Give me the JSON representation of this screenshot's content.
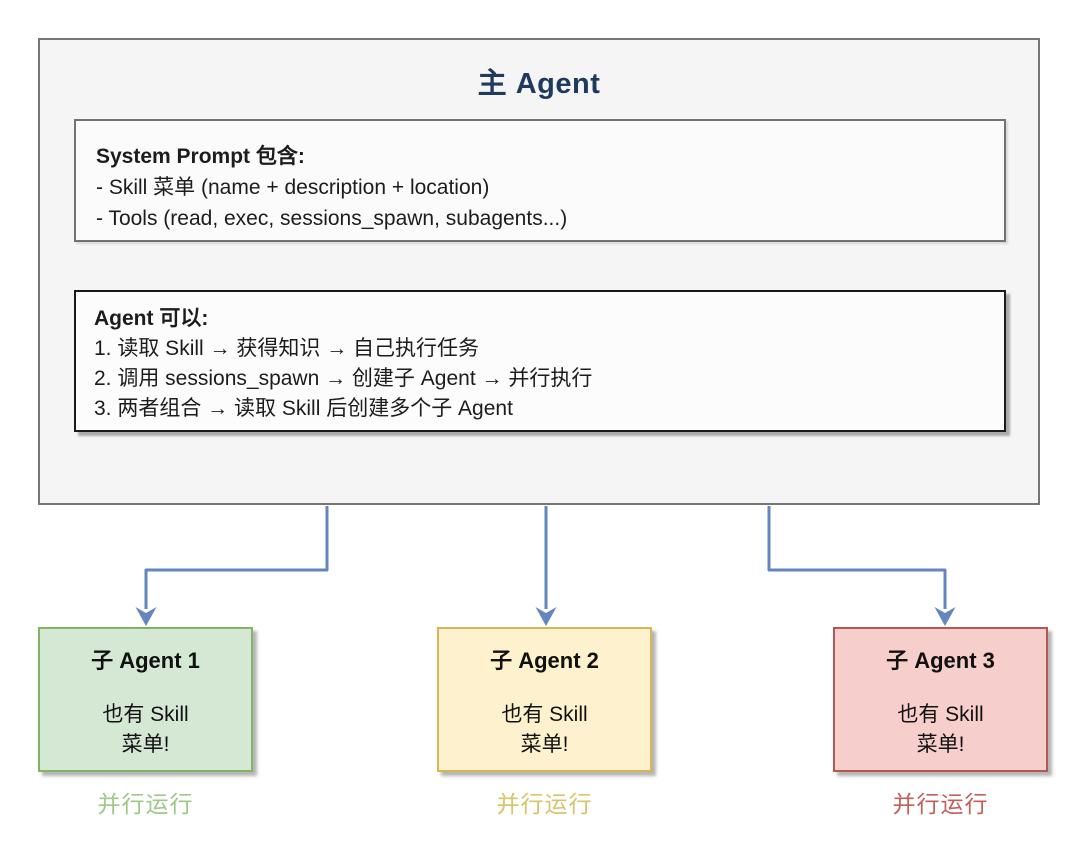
{
  "main_agent": {
    "title": "主 Agent",
    "system_prompt_box": {
      "heading": "System Prompt 包含:",
      "items": [
        "- Skill 菜单 (name + description + location)",
        "- Tools (read, exec, sessions_spawn, subagents...)"
      ]
    },
    "capabilities_box": {
      "heading": "Agent 可以:",
      "items": [
        "1. 读取 Skill → 获得知识 → 自己执行任务",
        "2. 调用 sessions_spawn → 创建子 Agent → 并行执行",
        "3. 两者组合 → 读取 Skill 后创建多个子 Agent"
      ]
    }
  },
  "sub_agents": [
    {
      "title": "子 Agent 1",
      "body": "也有 Skill\n菜单!",
      "label": "并行运行",
      "fill": "#d5e8d4",
      "border": "#82b366",
      "label_color": "#9fc78a"
    },
    {
      "title": "子 Agent 2",
      "body": "也有 Skill\n菜单!",
      "label": "并行运行",
      "fill": "#fdf2cd",
      "border": "#d6b656",
      "label_color": "#d8c46c"
    },
    {
      "title": "子 Agent 3",
      "body": "也有 Skill\n菜单!",
      "label": "并行运行",
      "fill": "#f6cecb",
      "border": "#b25752",
      "label_color": "#c2605c"
    }
  ],
  "connectors": [
    {
      "type": "arrow",
      "from": "主 Agent",
      "to": "子 Agent 1"
    },
    {
      "type": "arrow",
      "from": "主 Agent",
      "to": "子 Agent 2"
    },
    {
      "type": "arrow",
      "from": "主 Agent",
      "to": "子 Agent 3"
    }
  ],
  "colors": {
    "arrow": "#6286bd",
    "main_title": "#1f3a5c",
    "main_box_fill": "#f5f5f6",
    "main_box_border": "#767676"
  }
}
